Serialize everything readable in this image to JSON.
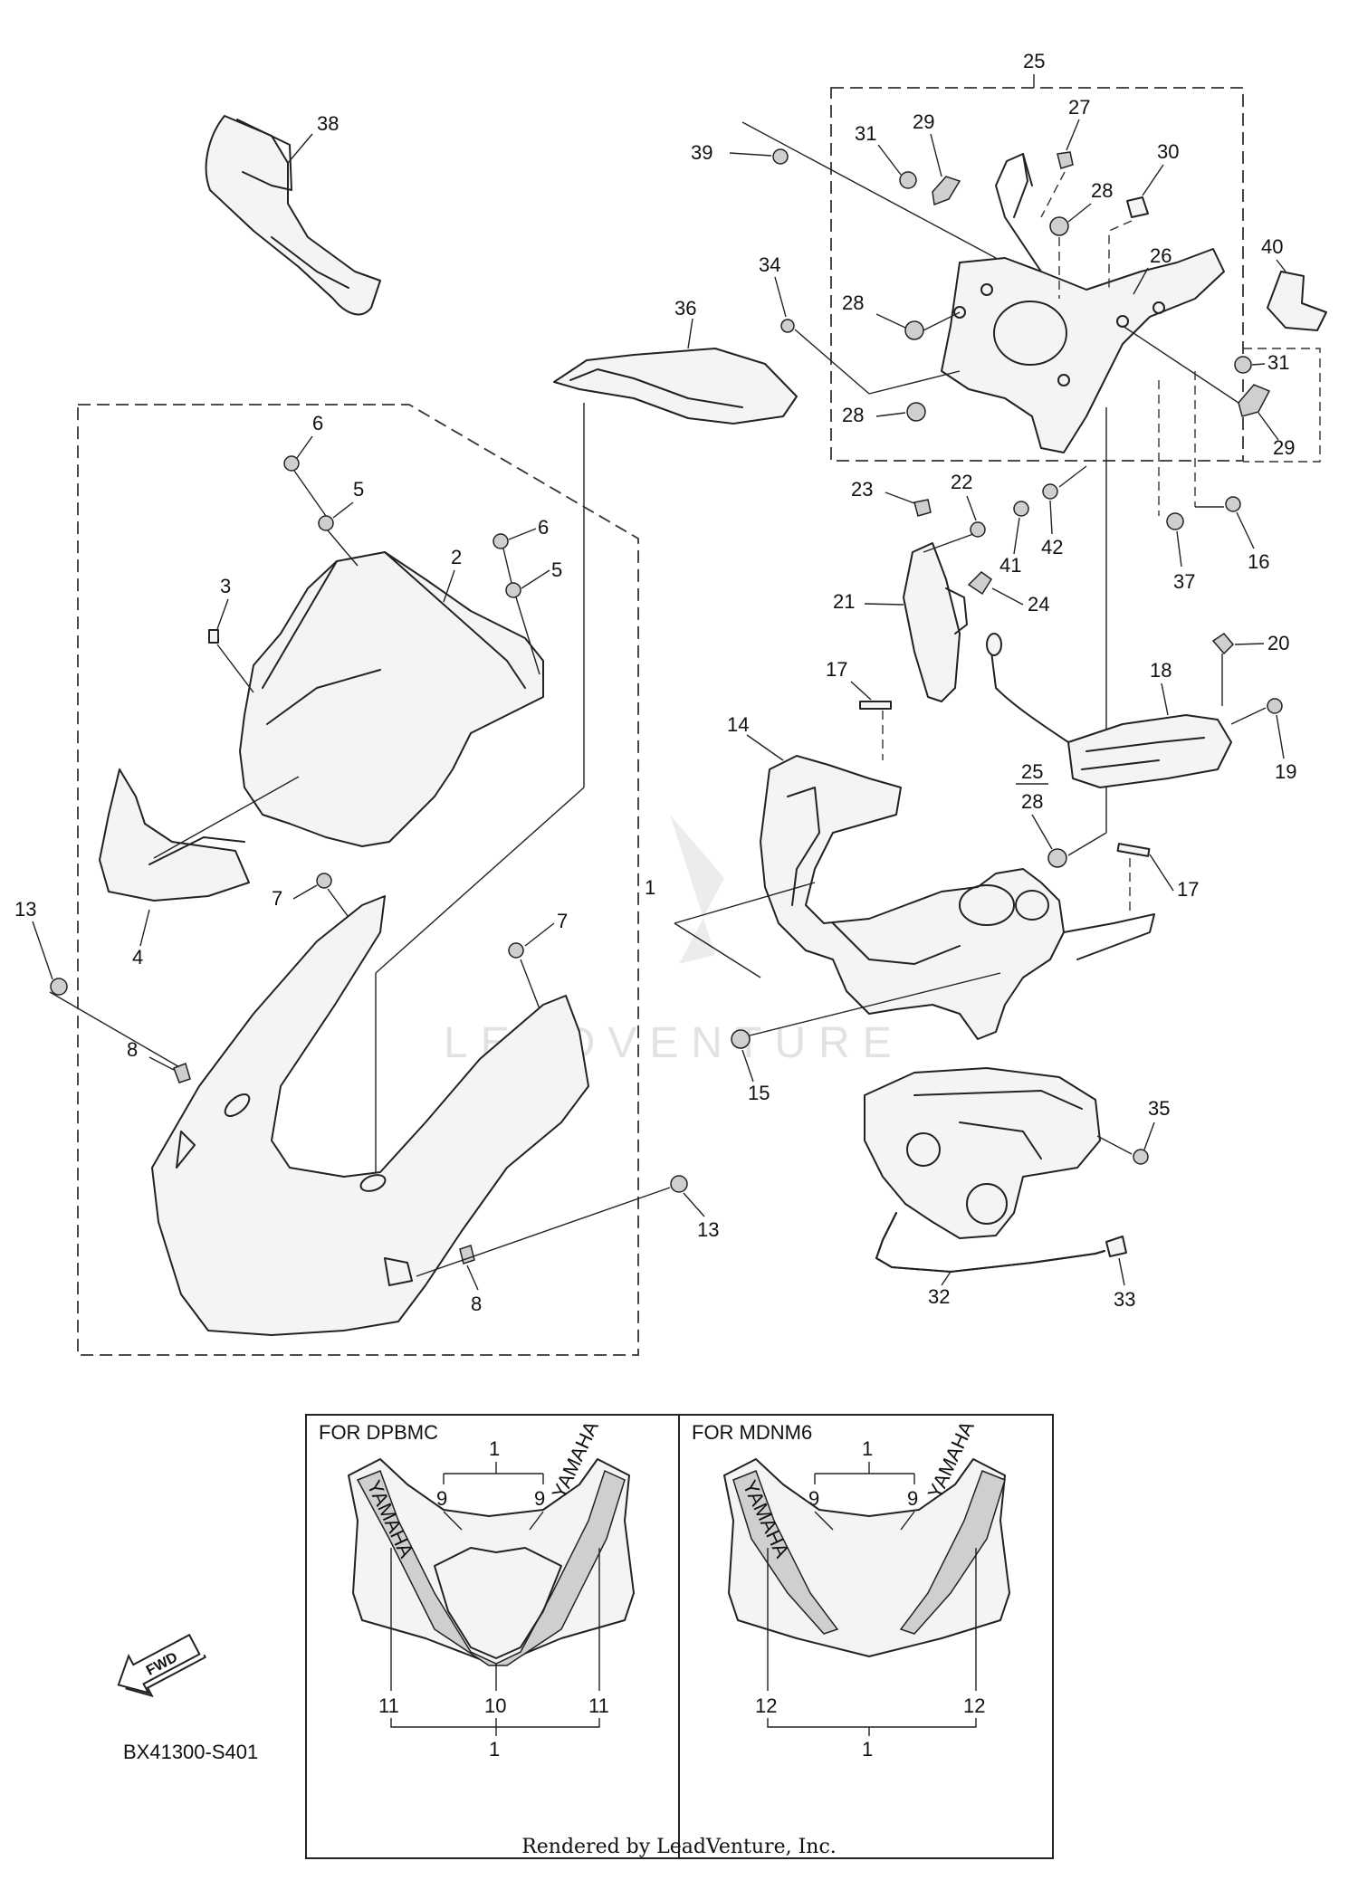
{
  "diagram": {
    "diagram_code": "BX41300-S401",
    "watermark": "LEADVENTURE",
    "footer": "Rendered by LeadVenture, Inc.",
    "fwd_label": "FWD",
    "brand_text": "YAMAHA",
    "variant_left": {
      "title": "FOR  DPBMC",
      "callouts": [
        "1",
        "9",
        "9",
        "11",
        "10",
        "11",
        "1"
      ]
    },
    "variant_right": {
      "title": "FOR  MDNM6",
      "callouts": [
        "1",
        "9",
        "9",
        "12",
        "12",
        "1"
      ]
    },
    "callouts": [
      "38",
      "36",
      "39",
      "31",
      "29",
      "27",
      "30",
      "28",
      "26",
      "40",
      "34",
      "28",
      "28",
      "31",
      "29",
      "25",
      "23",
      "22",
      "41",
      "42",
      "37",
      "16",
      "21",
      "24",
      "20",
      "17",
      "14",
      "18",
      "19",
      "25",
      "28",
      "17",
      "1",
      "6",
      "5",
      "3",
      "2",
      "6",
      "5",
      "4",
      "7",
      "7",
      "13",
      "8",
      "8",
      "13",
      "15",
      "35",
      "32",
      "33"
    ]
  }
}
